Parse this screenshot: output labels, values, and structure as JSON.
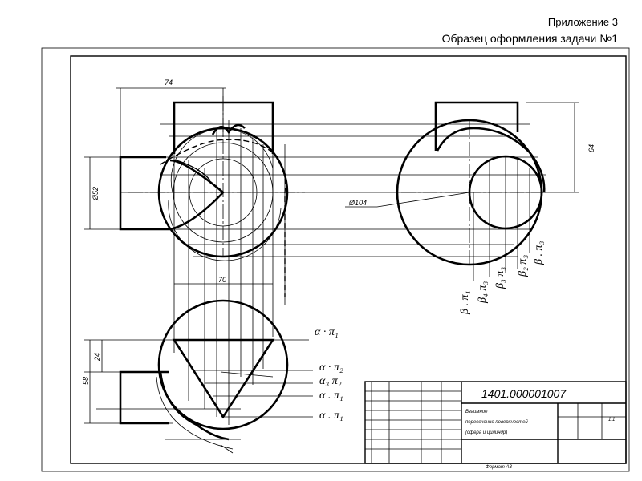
{
  "header": {
    "appendix": "Приложение 3",
    "sample_title": "Образец оформления задачи №1"
  },
  "dimensions": {
    "d74": "74",
    "d52": "Ø52",
    "d64": "64",
    "d70": "70",
    "d24": "24",
    "d58": "58",
    "diam104": "Ø104"
  },
  "plane_labels": {
    "alpha_pi1_top": "α · π₁",
    "alpha_pi2": "α · π₂",
    "alpha3_pi2": "α₃ π₂",
    "alpha_pi1_b": "α . π₁",
    "alpha_pi1_c": "α . π₁",
    "beta_pi1": "β . π₁",
    "beta4_pi3": "β₄ π₃",
    "beta3_pi3": "β₃ π₃",
    "beta2_pi3": "β₂ π₃",
    "beta_pi3": "β . π₃"
  },
  "title_block": {
    "designation": "1401.000001007",
    "name_line1": "Взаимное",
    "name_line2": "пересечение поверхностей",
    "name_line3": "(сфера и цилиндр)",
    "scale": "1:1",
    "format": "Формат А3"
  }
}
